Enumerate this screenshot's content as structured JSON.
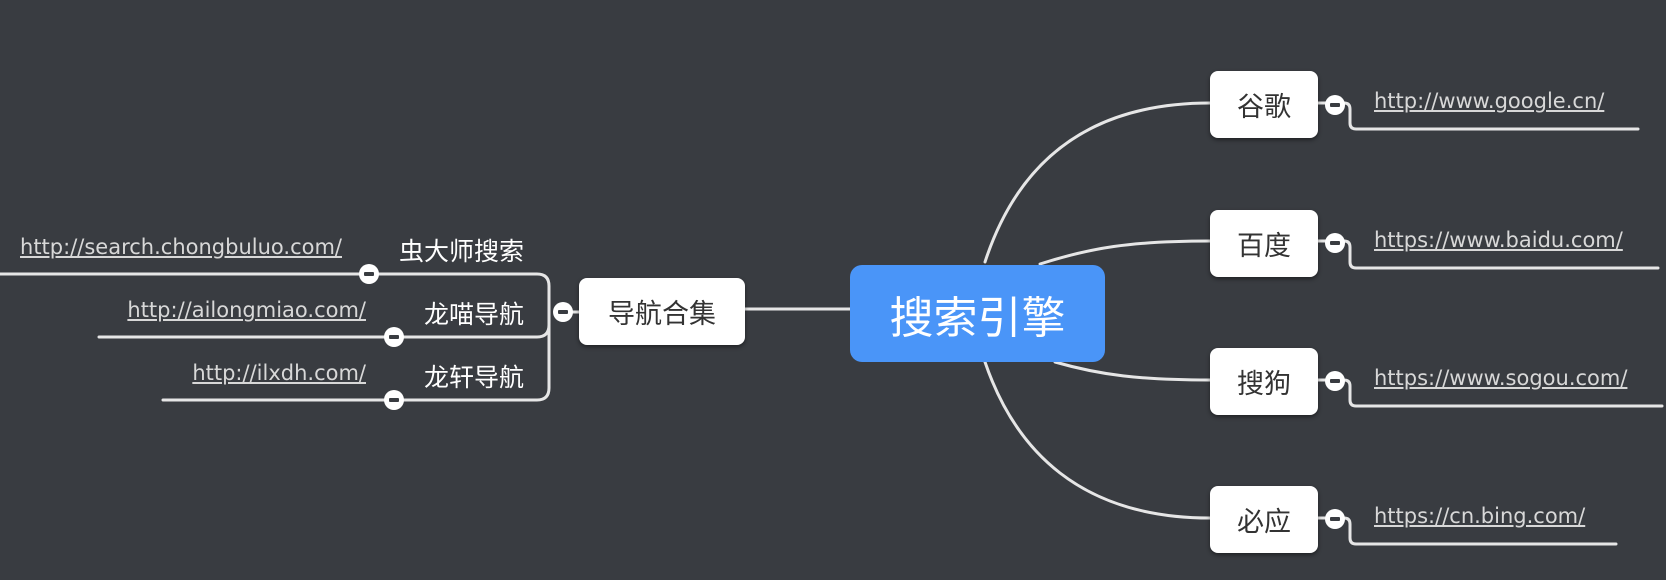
{
  "root": {
    "label": "搜索引擎"
  },
  "right_branches": [
    {
      "label": "谷歌",
      "url": "http://www.google.cn/"
    },
    {
      "label": "百度",
      "url": "https://www.baidu.com/"
    },
    {
      "label": "搜狗",
      "url": "https://www.sogou.com/"
    },
    {
      "label": "必应",
      "url": "https://cn.bing.com/"
    }
  ],
  "left_branch": {
    "label": "导航合集",
    "children": [
      {
        "label": "虫大师搜索",
        "url": "http://search.chongbuluo.com/"
      },
      {
        "label": "龙喵导航",
        "url": "http://ailongmiao.com/"
      },
      {
        "label": "龙轩导航",
        "url": "http://ilxdh.com/"
      }
    ]
  }
}
